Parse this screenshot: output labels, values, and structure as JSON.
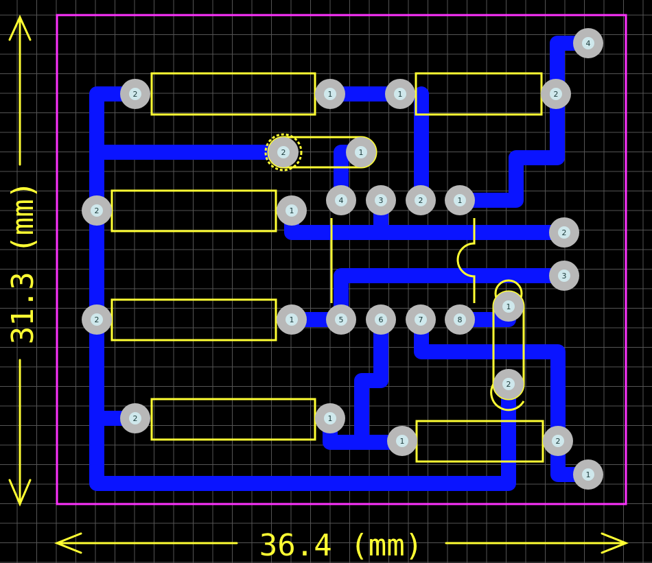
{
  "board": {
    "outline_color": "#ff33ff",
    "trace_color": "#0a14ff",
    "silkscreen_color": "#ffff33",
    "pad_color": "#b8b8b8",
    "hole_color": "#cfe8ec",
    "grid_color": "#555555"
  },
  "dimensions": {
    "width_label": "36.4 (mm)",
    "height_label": "31.3 (mm)"
  },
  "pads": {
    "r1_left": "2",
    "r1_right": "1",
    "r2_left": "1",
    "r2_right": "2",
    "top_conn": "4",
    "osc_left": "2",
    "osc_right": "1",
    "r3_left": "2",
    "r3_right": "1",
    "r4_left": "2",
    "r4_right": "1",
    "r5_left": "2",
    "r5_right": "1",
    "r6_left": "1",
    "r6_right": "2",
    "ic_1": "1",
    "ic_2": "2",
    "ic_3": "3",
    "ic_4": "4",
    "ic_5": "5",
    "ic_6": "6",
    "ic_7": "7",
    "ic_8": "8",
    "conn_2": "2",
    "conn_3": "3",
    "cap_1": "1",
    "cap_2": "2",
    "bottom_conn": "1"
  }
}
